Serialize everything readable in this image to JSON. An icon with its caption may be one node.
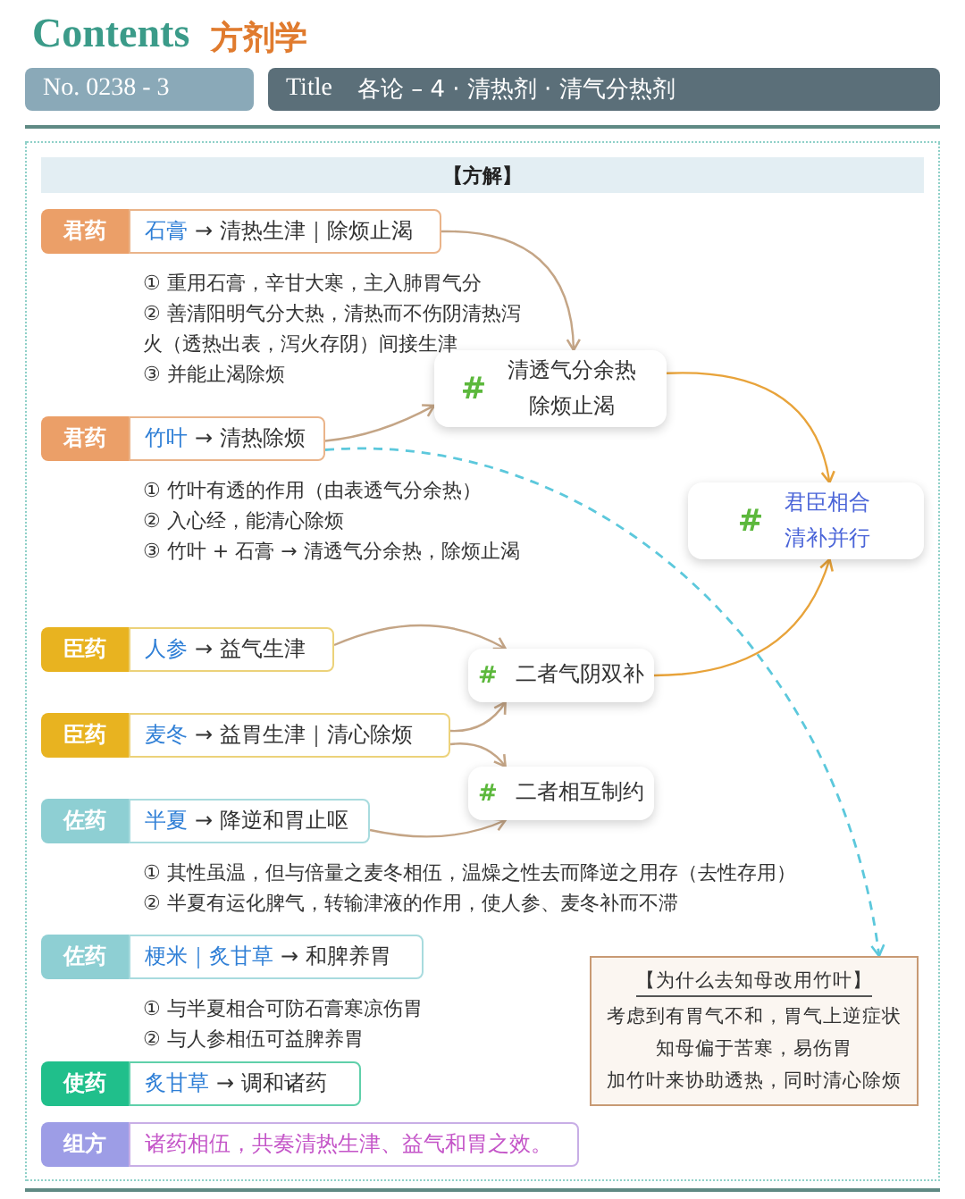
{
  "diagram": {
    "title": "Contents",
    "labels": [
      "方剂学",
      "No. 0238 - 3",
      "Title",
      "各论 – 4 · 清热剂 · 清气分热剂",
      "【方解】"
    ],
    "nodes": [
      {
        "text": [
          "君药"
        ]
      },
      {
        "text": [
          "石膏",
          "→ 清热生津｜除烦止渴"
        ],
        "beside": [
          "① 重用石膏，辛甘大寒，主入肺胃气分",
          "② 善清阳明气分大热，清热而不伤阴清热泻火（透热出表，泻火存阴）间接生津",
          "③ 并能止渴除烦"
        ]
      },
      {
        "text": [
          "君药"
        ]
      },
      {
        "text": [
          "竹叶",
          "→ 清热除烦"
        ],
        "beside": [
          "① 竹叶有透的作用（由表透气分余热）",
          "② 入心经，能清心除烦",
          "③ 竹叶 + 石膏 → 清透气分余热，除烦止渴"
        ]
      },
      {
        "text": [
          "#",
          "清透气分余热除烦止渴"
        ]
      },
      {
        "text": [
          "#",
          "君臣相合清补并行"
        ]
      },
      {
        "text": [
          "臣药"
        ]
      },
      {
        "text": [
          "人参",
          "→ 益气生津"
        ]
      },
      {
        "text": [
          "臣药"
        ]
      },
      {
        "text": [
          "麦冬",
          "→ 益胃生津｜清心除烦"
        ]
      },
      {
        "text": [
          "#",
          "二者气阴双补"
        ]
      },
      {
        "text": [
          "#",
          "二者相互制约"
        ]
      },
      {
        "text": [
          "佐药"
        ]
      },
      {
        "text": [
          "半夏",
          "→ 降逆和胃止呕"
        ],
        "beside": [
          "① 其性虽温，但与倍量之麦冬相伍，温燥之性去而降逆之用存（去性存用）",
          "② 半夏有运化脾气，转输津液的作用，使人参、麦冬补而不滞"
        ]
      },
      {
        "text": [
          "佐药"
        ]
      },
      {
        "text": [
          "梗米｜炙甘草",
          "→ 和脾养胃"
        ],
        "beside": [
          "① 与半夏相合可防石膏寒凉伤胃",
          "② 与人参相伍可益脾养胃"
        ]
      },
      {
        "text": [
          "使药"
        ]
      },
      {
        "text": [
          "炙甘草",
          "→ 调和诸药"
        ]
      },
      {
        "text": [
          "组方"
        ]
      },
      {
        "text": [
          "诸药相伍，共奏清热生津、益气和胃之效。"
        ]
      },
      {
        "text": [
          "【为什么去知母改用竹叶】",
          "考虑到有胃气不和，胃气上逆症状",
          "知母偏于苦寒，易伤胃",
          "加竹叶来协助透热，同时清心除烦"
        ]
      }
    ],
    "edges": [
      {
        "from": 1,
        "to": 4,
        "arrow": "to"
      },
      {
        "from": 3,
        "to": 4,
        "arrow": "to"
      },
      {
        "from": 4,
        "to": 5,
        "arrow": "to",
        "color": "#e8a33a"
      },
      {
        "from": 7,
        "to": 10,
        "arrow": "to"
      },
      {
        "from": 9,
        "to": 10,
        "arrow": "to"
      },
      {
        "from": 9,
        "to": 11,
        "arrow": "to"
      },
      {
        "from": 13,
        "to": 11,
        "arrow": "to"
      },
      {
        "from": 10,
        "to": 5,
        "arrow": "to",
        "color": "#e8a33a"
      },
      {
        "from": 3,
        "to": 20,
        "arrow": "to",
        "style": "dashed",
        "color": "#5cc8dc"
      }
    ]
  }
}
